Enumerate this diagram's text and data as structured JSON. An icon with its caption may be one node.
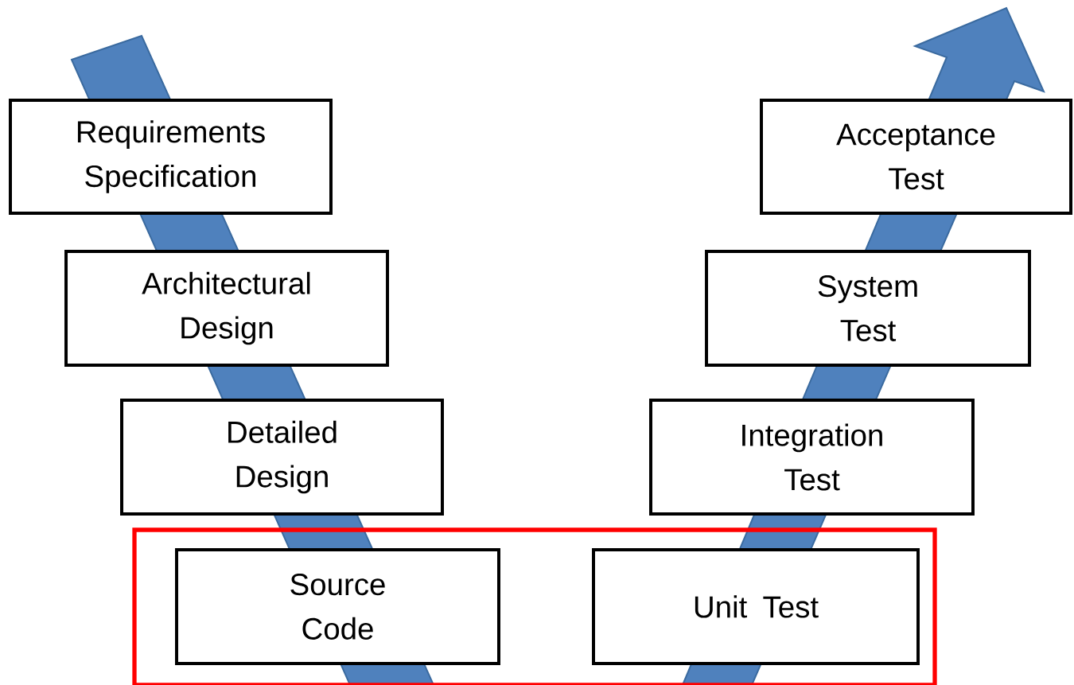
{
  "diagram": {
    "nodes": [
      {
        "text": [
          "Requirements Specification"
        ]
      },
      {
        "text": [
          "Acceptance Test"
        ]
      },
      {
        "text": [
          "Architectural Design"
        ]
      },
      {
        "text": [
          "System Test"
        ]
      },
      {
        "text": [
          "Detailed Design"
        ]
      },
      {
        "text": [
          "Integration Test"
        ]
      },
      {
        "text": [],
        "shape": "box"
      },
      {
        "text": [
          "Source Code"
        ],
        "in": 6
      },
      {
        "text": [
          "Unit Test"
        ],
        "in": 6
      }
    ]
  }
}
